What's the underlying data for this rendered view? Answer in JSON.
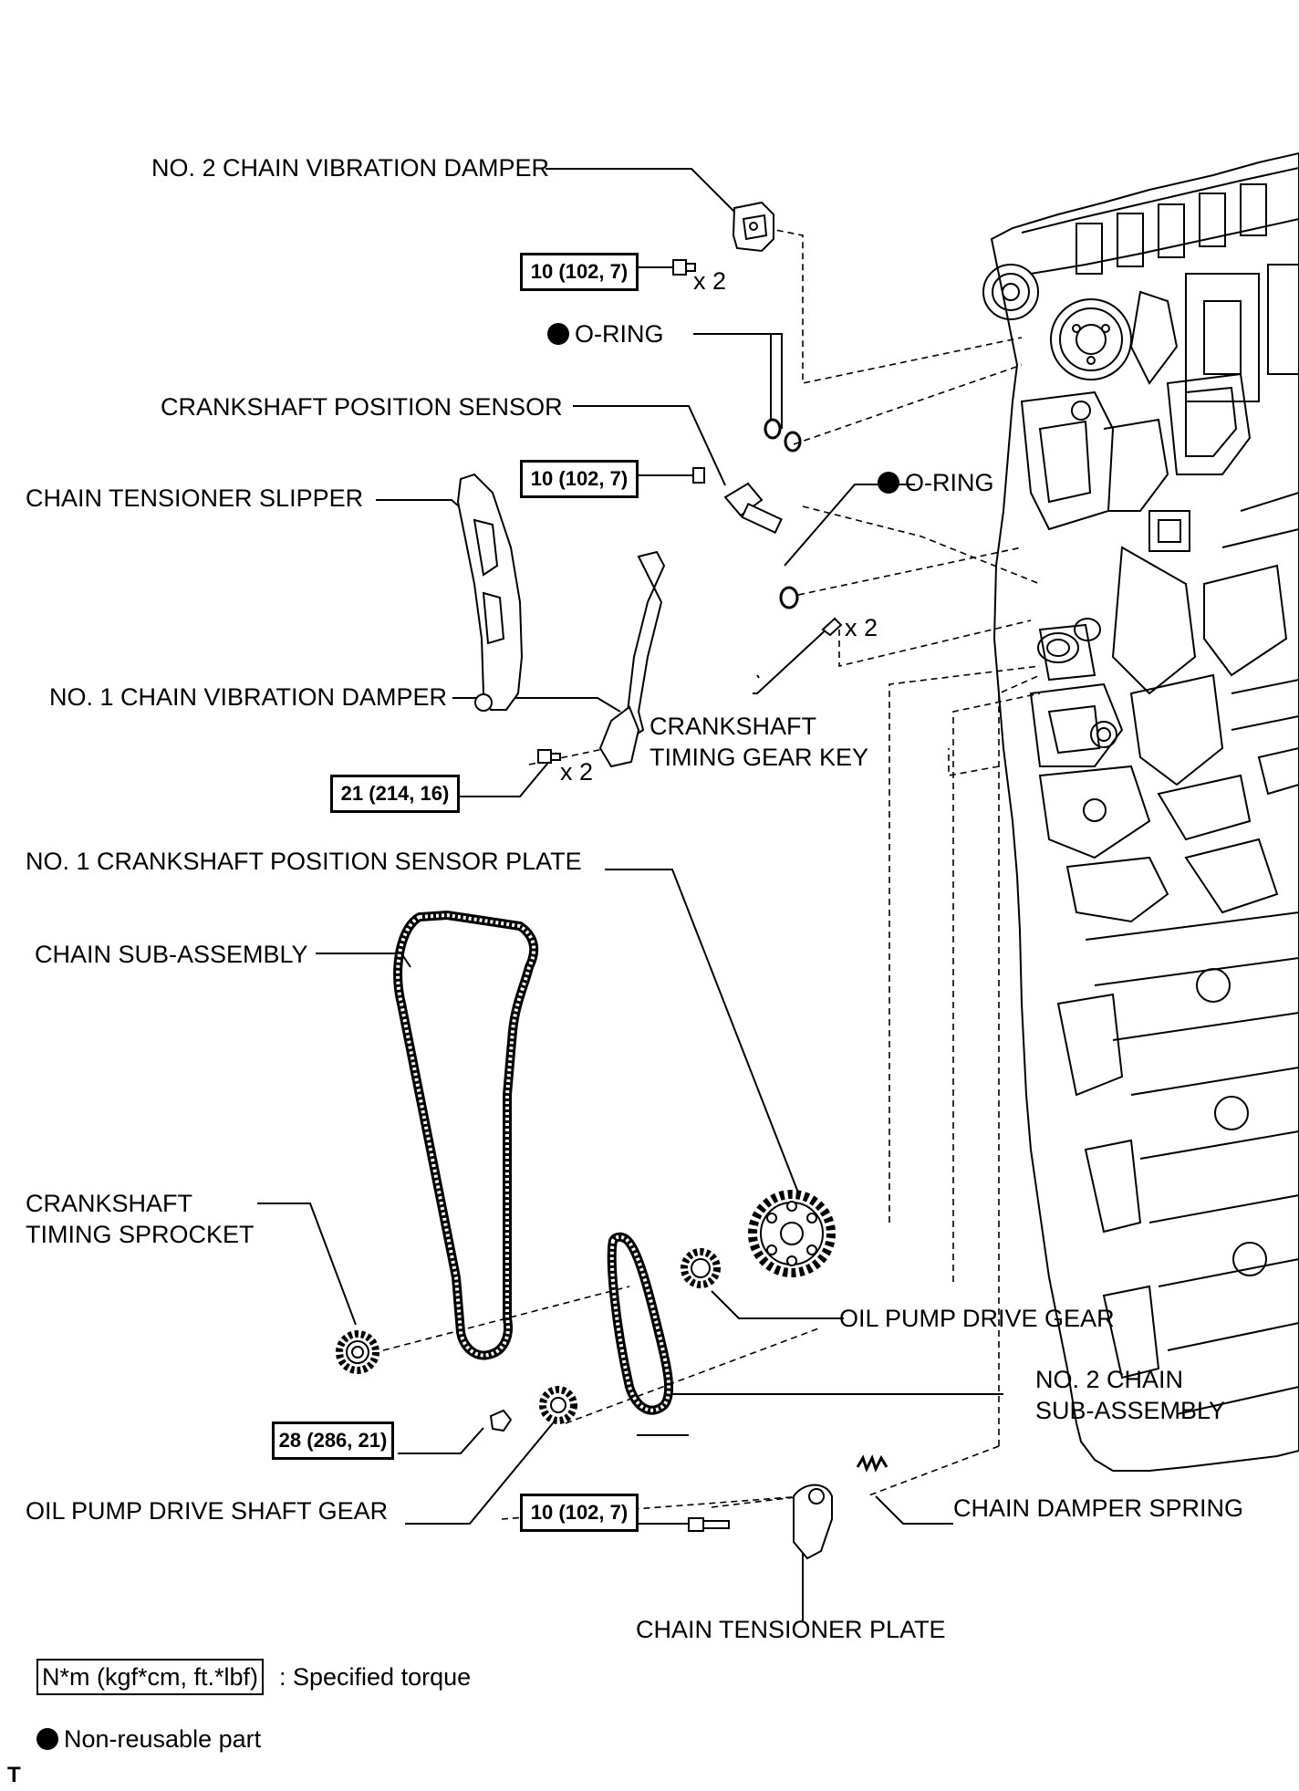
{
  "labels": {
    "no2_chain_vibration_damper": "NO. 2 CHAIN VIBRATION DAMPER",
    "o_ring_1": "O-RING",
    "crankshaft_position_sensor": "CRANKSHAFT POSITION SENSOR",
    "chain_tensioner_slipper": "CHAIN TENSIONER SLIPPER",
    "o_ring_2": "O-RING",
    "no1_chain_vibration_damper": "NO. 1 CHAIN VIBRATION DAMPER",
    "crankshaft_timing_gear_key_line1": "CRANKSHAFT",
    "crankshaft_timing_gear_key_line2": "TIMING GEAR KEY",
    "no1_crankshaft_position_sensor_plate": "NO. 1 CRANKSHAFT POSITION SENSOR PLATE",
    "chain_sub_assembly": "CHAIN SUB-ASSEMBLY",
    "crankshaft_timing_sprocket_line1": "CRANKSHAFT",
    "crankshaft_timing_sprocket_line2": "TIMING SPROCKET",
    "oil_pump_drive_gear": "OIL PUMP DRIVE GEAR",
    "no2_chain_sub_assembly_line1": "NO. 2 CHAIN",
    "no2_chain_sub_assembly_line2": "SUB-ASSEMBLY",
    "oil_pump_drive_shaft_gear": "OIL PUMP DRIVE SHAFT GEAR",
    "chain_damper_spring": "CHAIN DAMPER SPRING",
    "chain_tensioner_plate": "CHAIN TENSIONER PLATE"
  },
  "torques": {
    "damper_bolt": "10 (102, 7)",
    "sensor_bolt": "10 (102, 7)",
    "no1_damper_bolt": "21 (214, 16)",
    "oil_pump_nut": "28 (286, 21)",
    "tensioner_plate_bolt": "10 (102, 7)"
  },
  "quantities": {
    "damper_bolts": "x 2",
    "gear_keys": "x 2",
    "no1_damper_bolts": "x 2"
  },
  "legend": {
    "torque_unit": "N*m (kgf*cm, ft.*lbf)",
    "torque_desc": ": Specified torque",
    "nonreusable_desc": "Non-reusable part"
  },
  "footer_mark": "T"
}
